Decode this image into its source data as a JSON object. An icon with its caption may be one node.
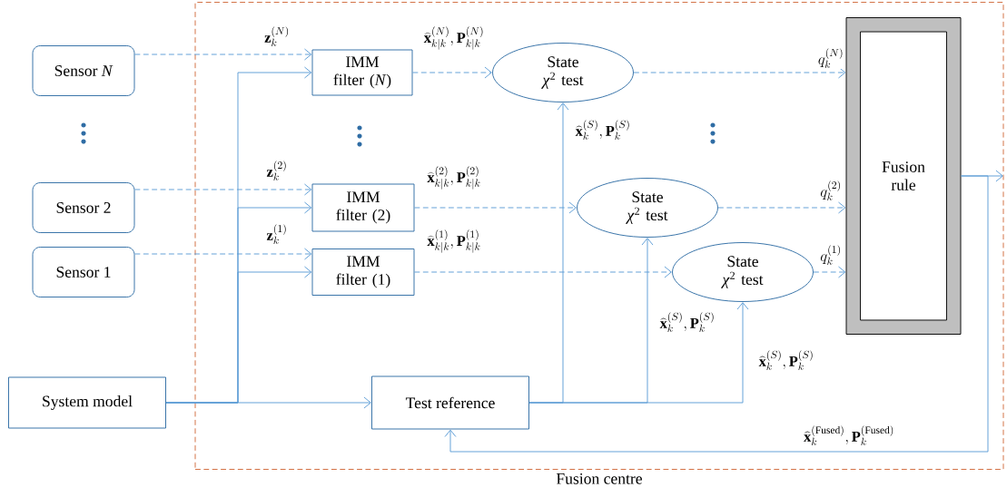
{
  "diagram": {
    "nodes": [
      {
        "text": [
          "Fusion centre"
        ]
      },
      {
        "text": [
          "Sensor *N*"
        ]
      },
      {
        "text": [
          "Sensor 2"
        ]
      },
      {
        "text": [
          "Sensor 1"
        ]
      },
      {
        "text": [
          "System model"
        ]
      },
      {
        "text": [
          "IMM filter (*N*)"
        ],
        "in": 0
      },
      {
        "text": [
          "IMM filter (2)"
        ],
        "in": 0
      },
      {
        "text": [
          "IMM filter (1)"
        ],
        "in": 0
      },
      {
        "text": [
          "State *χ*$^{2}$ test"
        ],
        "in": 0
      },
      {
        "text": [
          "State *χ*$^{2}$ test"
        ],
        "in": 0
      },
      {
        "text": [
          "State *χ*$^{2}$ test"
        ],
        "in": 0
      },
      {
        "text": [
          "Fusion rule"
        ],
        "in": 0
      },
      {
        "text": [
          "Test reference"
        ],
        "in": 0
      }
    ],
    "edges": [
      {
        "from": 1,
        "to": 5,
        "arrow": "to",
        "style": "dashed",
        "label": "\\mathbf{z}_k^{(N)}"
      },
      {
        "from": 2,
        "to": 6,
        "arrow": "to",
        "style": "dashed",
        "label": "\\mathbf{z}_k^{(2)}"
      },
      {
        "from": 3,
        "to": 7,
        "arrow": "to",
        "style": "dashed",
        "label": "\\mathbf{z}_k^{(1)}"
      },
      {
        "from": 4,
        "to": 5,
        "arrow": "to"
      },
      {
        "from": 4,
        "to": 6,
        "arrow": "to"
      },
      {
        "from": 4,
        "to": 7,
        "arrow": "to"
      },
      {
        "from": 4,
        "to": 12,
        "arrow": "to"
      },
      {
        "from": 5,
        "to": 8,
        "arrow": "to",
        "style": "dashed",
        "label": "\\widehat{\\mathbf{x}}_{k|k}^{(N)}, \\mathbf{P}_{k|k}^{(N)}"
      },
      {
        "from": 6,
        "to": 9,
        "arrow": "to",
        "style": "dashed",
        "label": "\\widehat{\\mathbf{x}}_{k|k}^{(2)}, \\mathbf{P}_{k|k}^{(2)}"
      },
      {
        "from": 7,
        "to": 10,
        "arrow": "to",
        "style": "dashed",
        "label": "\\widehat{\\mathbf{x}}_{k|k}^{(1)}, \\mathbf{P}_{k|k}^{(1)}"
      },
      {
        "from": 8,
        "to": 11,
        "arrow": "to",
        "style": "dashed",
        "label": "q_k^{(N)}"
      },
      {
        "from": 9,
        "to": 11,
        "arrow": "to",
        "style": "dashed",
        "label": "q_k^{(2)}"
      },
      {
        "from": 10,
        "to": 11,
        "arrow": "to",
        "style": "dashed",
        "label": "q_k^{(1)}"
      },
      {
        "from": 12,
        "to": 8,
        "arrow": "to",
        "label": "\\widehat{\\mathbf{x}}_k^{(S)}, \\mathbf{P}_k^{(S)}"
      },
      {
        "from": 12,
        "to": 9,
        "arrow": "to",
        "label": "\\widehat{\\mathbf{x}}_k^{(S)}, \\mathbf{P}_k^{(S)}"
      },
      {
        "from": 12,
        "to": 10,
        "arrow": "to",
        "label": "\\widehat{\\mathbf{x}}_k^{(S)}, \\mathbf{P}_k^{(S)}"
      },
      {
        "from": 11,
        "to": 12,
        "arrow": "to",
        "label": "\\widehat{\\mathbf{x}}_k^{(\\mathrm{Fused})}, \\mathbf{P}_k^{(\\mathrm{Fused})}"
      },
      {
        "from": 11,
        "to": null,
        "arrow": "to"
      }
    ]
  }
}
